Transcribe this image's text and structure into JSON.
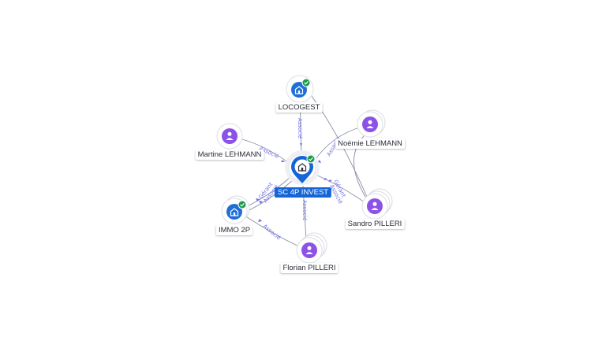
{
  "colors": {
    "person": "#8c52e8",
    "company": "#1f6fd6",
    "verified": "#1a9a4a",
    "edge": "#8a8fa3",
    "edge_label": "#6f6ff0",
    "main_label_bg": "#1565d8"
  },
  "nodes": {
    "center": {
      "label": "SC 4P INVEST",
      "kind": "company",
      "icon": "building-icon",
      "verified": true
    },
    "locogest": {
      "label": "LOCOGEST",
      "kind": "company",
      "icon": "building-icon",
      "verified": true
    },
    "martine": {
      "label": "Martine LEHMANN",
      "kind": "person",
      "icon": "person-icon"
    },
    "noemie": {
      "label": "Noémie LEHMANN",
      "kind": "person",
      "icon": "person-icon"
    },
    "immo": {
      "label": "IMMO 2P",
      "kind": "company",
      "icon": "building-icon",
      "verified": true
    },
    "sandro": {
      "label": "Sandro PILLERI",
      "kind": "person",
      "icon": "person-icon"
    },
    "florian": {
      "label": "Florian PILLERI",
      "kind": "person",
      "icon": "person-icon"
    }
  },
  "edges": {
    "locogest_center": "Associé",
    "martine_center": "Associé",
    "noemie_center": "Associé",
    "immo_center_1": "Gérant",
    "immo_center_2": "Associé",
    "sandro_center_1": "Gérant",
    "sandro_center_2": "Associé",
    "florian_center": "Associé",
    "florian_immo": "Associé"
  }
}
